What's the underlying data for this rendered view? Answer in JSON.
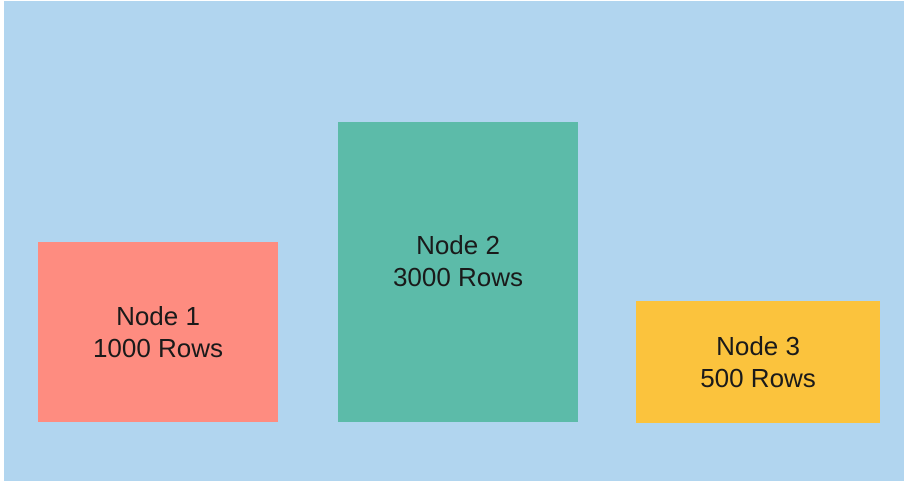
{
  "diagram": {
    "background_color": "#b1d5ef",
    "nodes": [
      {
        "title": "Node 1",
        "rows": "1000 Rows",
        "color": "#fe8c80"
      },
      {
        "title": "Node 2",
        "rows": "3000 Rows",
        "color": "#5cbba9"
      },
      {
        "title": "Node 3",
        "rows": "500 Rows",
        "color": "#fbc33d"
      }
    ]
  }
}
